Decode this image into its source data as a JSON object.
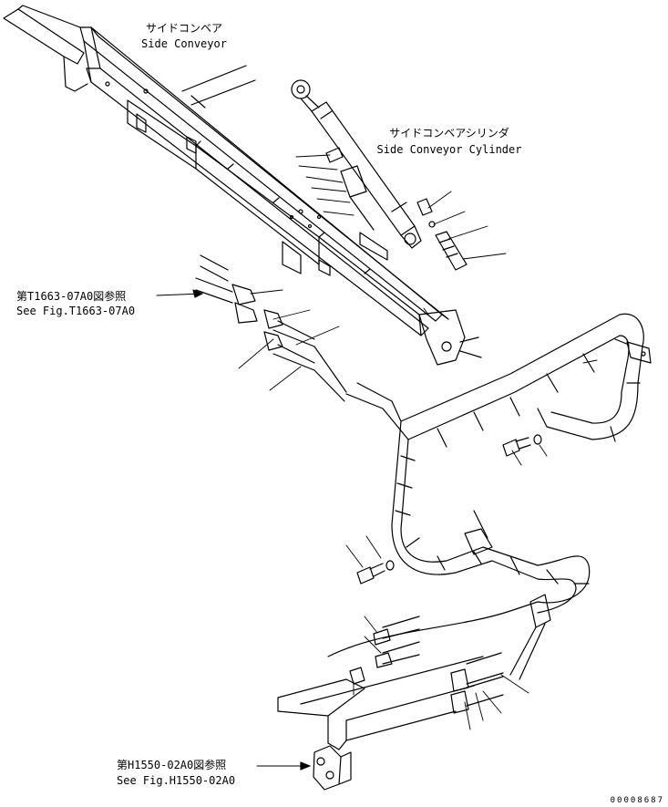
{
  "labels": {
    "side_conveyor": {
      "jp": "サイドコンベア",
      "en": "Side Conveyor"
    },
    "side_conveyor_cylinder": {
      "jp": "サイドコンベアシリンダ",
      "en": "Side Conveyor Cylinder"
    },
    "ref_upper": {
      "jp": "第T1663-07A0図参照",
      "en": "See Fig.T1663-07A0"
    },
    "ref_lower": {
      "jp": "第H1550-02A0図参照",
      "en": "See Fig.H1550-02A0"
    }
  },
  "document_number": "00008687",
  "colors": {
    "ink": "#000000",
    "paper": "#ffffff"
  }
}
